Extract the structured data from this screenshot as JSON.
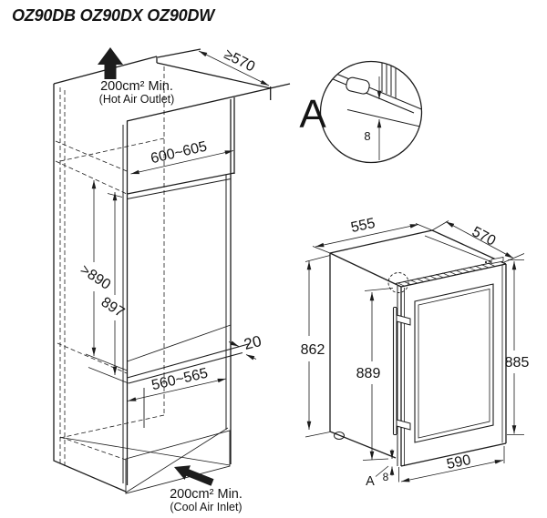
{
  "title": "OZ90DB OZ90DX OZ90DW",
  "colors": {
    "line": "#1c1c1c",
    "shade": "#c7c7c7"
  },
  "cabinet": {
    "hot_air": {
      "line1": "200cm² Min.",
      "line2": "(Hot Air Outlet)"
    },
    "cool_air": {
      "line1": "200cm² Min.",
      "line2": "(Cool Air Inlet)"
    },
    "dims": {
      "top_clearance_depth": "≥570",
      "cabinet_width": "600~605",
      "niche_height_min": ">890",
      "niche_height": "897",
      "rear_gap": "20",
      "niche_width": "560~565"
    }
  },
  "detail_a": {
    "label": "A",
    "gap_mm": "8"
  },
  "appliance": {
    "dims": {
      "top_width": "555",
      "top_depth": "570",
      "rear_height": "862",
      "body_height": "889",
      "front_height": "885",
      "front_width": "590",
      "foot_gap": "8"
    },
    "detail_ref": "A"
  }
}
